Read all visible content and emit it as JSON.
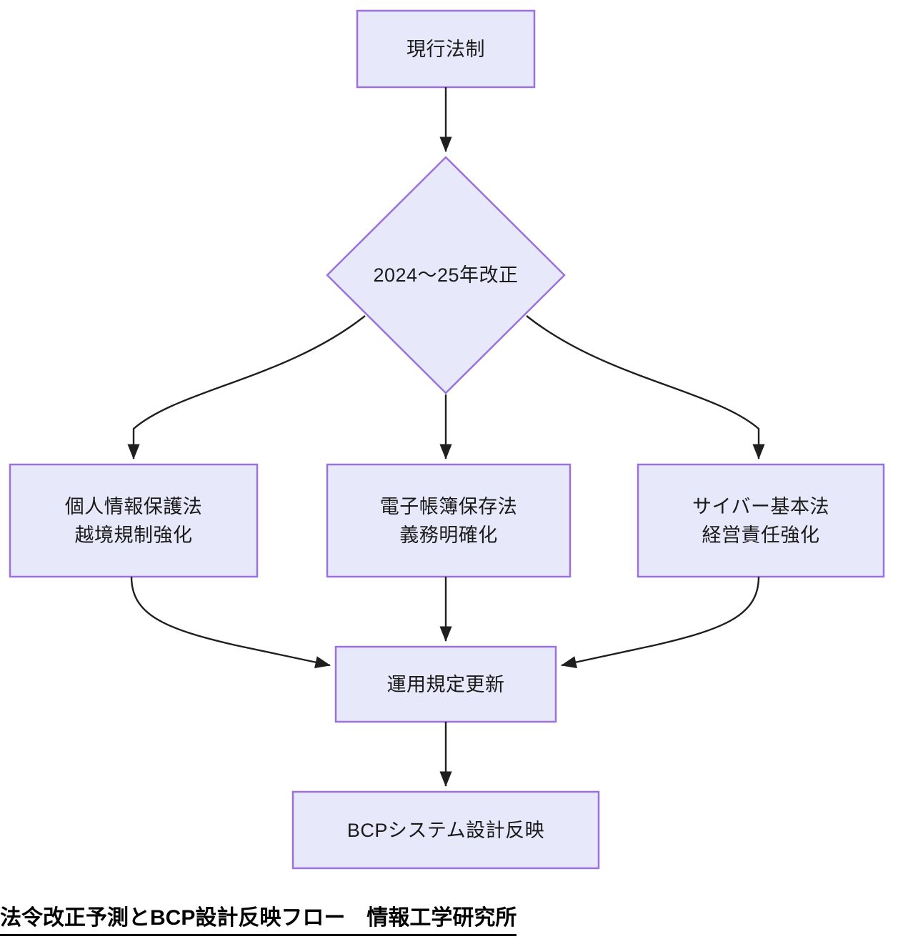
{
  "diagram": {
    "type": "flowchart",
    "direction": "top-to-bottom",
    "theme": {
      "node_fill": "#e8e8fb",
      "node_border": "#9b72dd",
      "node_text": "#1a1a1a",
      "edge_color": "#1f1f1f",
      "background": "#ffffff",
      "caption_color": "#000000"
    },
    "nodes": [
      {
        "id": "current-law",
        "shape": "rectangle",
        "label": "現行法制",
        "lines": [
          "現行法制"
        ]
      },
      {
        "id": "revision-2024-25",
        "shape": "diamond",
        "label": "2024〜25年改正",
        "lines": [
          "2024〜25年改正"
        ]
      },
      {
        "id": "privacy-act",
        "shape": "rectangle",
        "label": "個人情報保護法 越境規制強化",
        "lines": [
          "個人情報保護法",
          "越境規制強化"
        ]
      },
      {
        "id": "ebook-act",
        "shape": "rectangle",
        "label": "電子帳簿保存法 義務明確化",
        "lines": [
          "電子帳簿保存法",
          "義務明確化"
        ]
      },
      {
        "id": "cyber-act",
        "shape": "rectangle",
        "label": "サイバー基本法 経営責任強化",
        "lines": [
          "サイバー基本法",
          "経営責任強化"
        ]
      },
      {
        "id": "ops-rule-update",
        "shape": "rectangle",
        "label": "運用規定更新",
        "lines": [
          "運用規定更新"
        ]
      },
      {
        "id": "bcp-design",
        "shape": "rectangle",
        "label": "BCPシステム設計反映",
        "lines": [
          "BCPシステム設計反映"
        ]
      }
    ],
    "edges": [
      {
        "from": "current-law",
        "to": "revision-2024-25",
        "style": "straight",
        "arrow": "end"
      },
      {
        "from": "revision-2024-25",
        "to": "privacy-act",
        "style": "curved",
        "arrow": "end"
      },
      {
        "from": "revision-2024-25",
        "to": "ebook-act",
        "style": "straight",
        "arrow": "end"
      },
      {
        "from": "revision-2024-25",
        "to": "cyber-act",
        "style": "curved",
        "arrow": "end"
      },
      {
        "from": "privacy-act",
        "to": "ops-rule-update",
        "style": "curved",
        "arrow": "end"
      },
      {
        "from": "ebook-act",
        "to": "ops-rule-update",
        "style": "straight",
        "arrow": "end"
      },
      {
        "from": "cyber-act",
        "to": "ops-rule-update",
        "style": "curved",
        "arrow": "end"
      },
      {
        "from": "ops-rule-update",
        "to": "bcp-design",
        "style": "straight",
        "arrow": "end"
      }
    ]
  },
  "caption": {
    "text": "法令改正予測とBCP設計反映フロー　情報工学研究所"
  }
}
